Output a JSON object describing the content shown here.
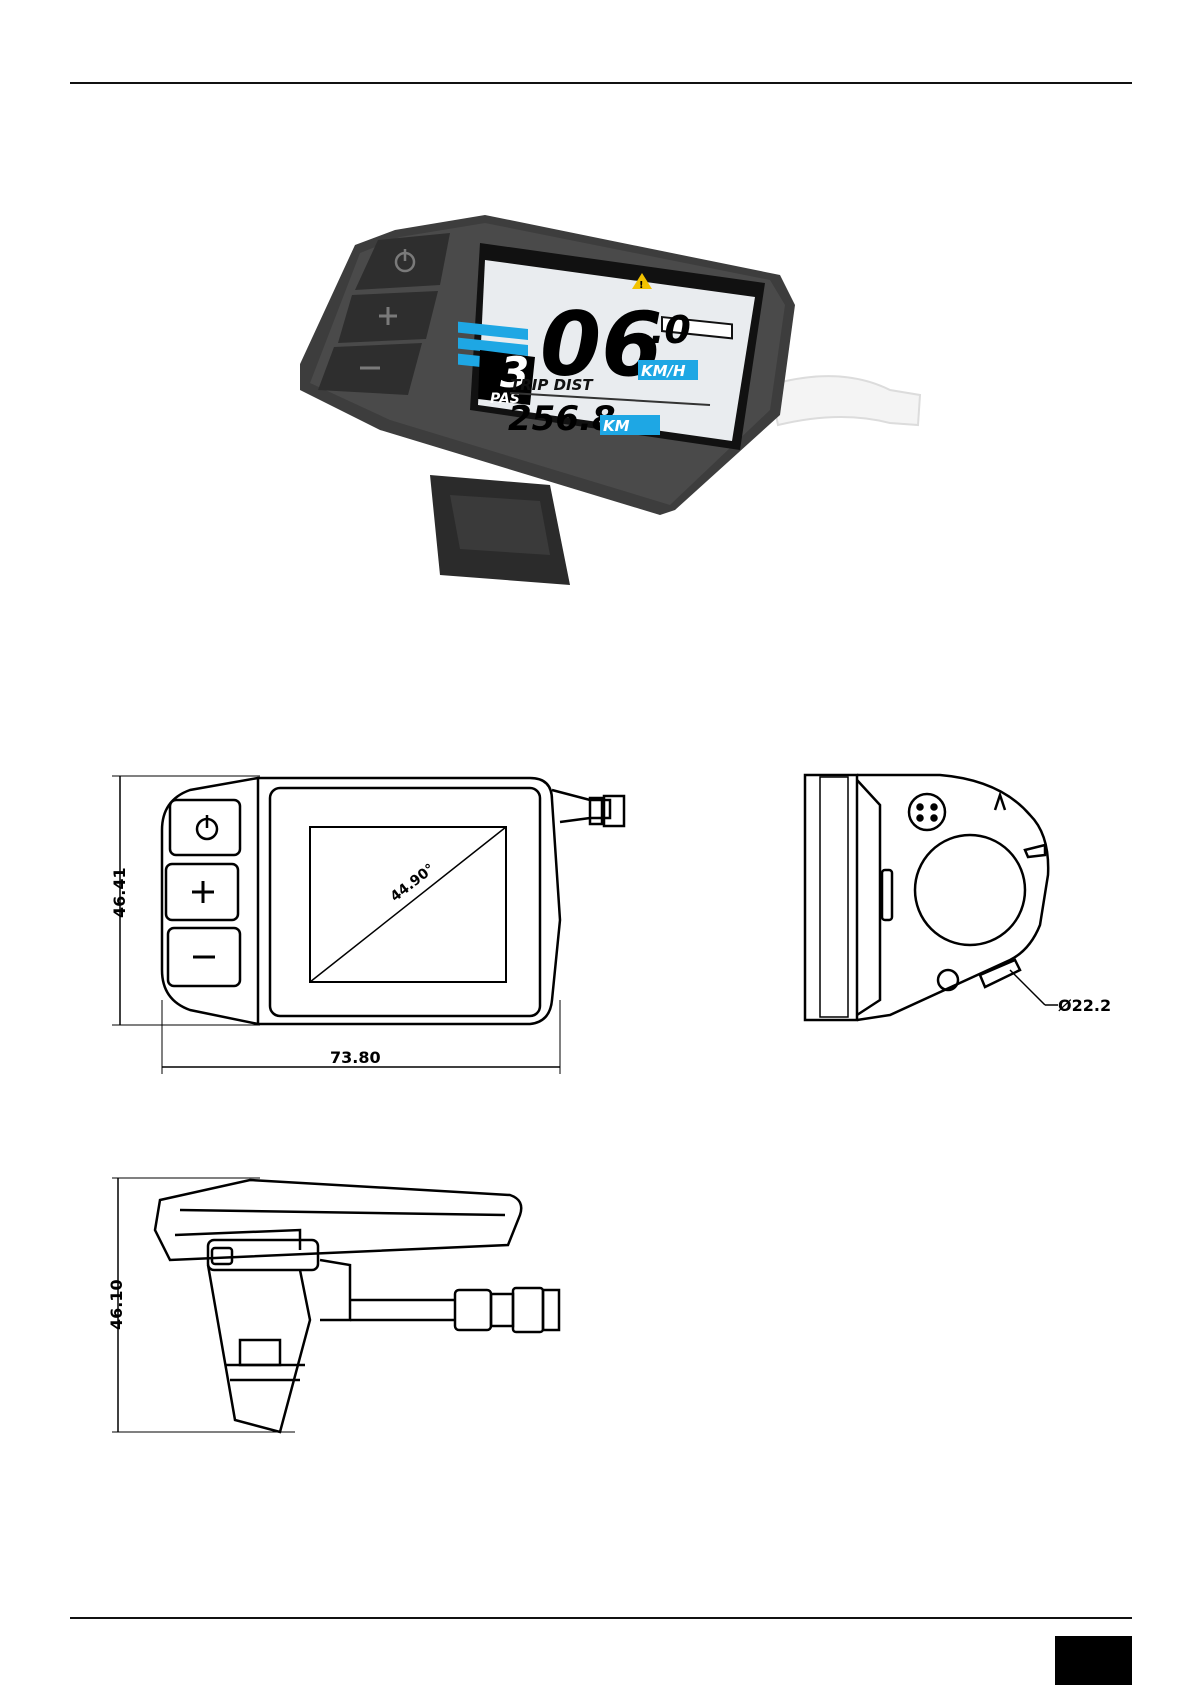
{
  "product_render": {
    "pas_level": "3",
    "pas_label": "PAS",
    "speed": "06",
    "speed_decimal": ".0",
    "speed_unit": "KM/H",
    "trip_label": "TRIP DIST",
    "trip_value": "256.8",
    "trip_unit": "KM",
    "accent_color": "#1ea7e4",
    "warning_color": "#f2c200"
  },
  "front_view": {
    "height_dim": "46.41",
    "width_dim": "73.80",
    "diagonal_dim": "44.90°"
  },
  "side_view": {
    "clamp_dim": "Ø22.2"
  },
  "bottom_view": {
    "height_dim": "46.10"
  },
  "icons": {
    "power": "power-icon",
    "plus": "plus-icon",
    "minus": "minus-icon",
    "warning": "warning-icon",
    "battery": "battery-icon"
  }
}
